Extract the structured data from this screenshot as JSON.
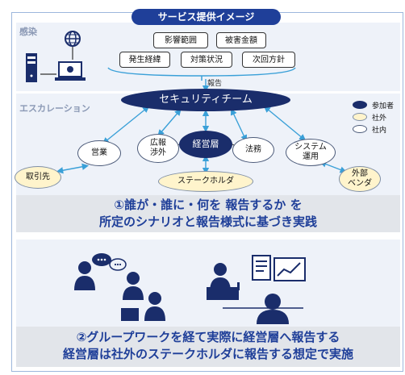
{
  "title": "サービス提供イメージ",
  "bands": {
    "infection": "感染",
    "escalation": "エスカレーション"
  },
  "report_items": [
    "影響範囲",
    "被害金額",
    "発生経緯",
    "対策状況",
    "次回方針"
  ],
  "report_label": "報告",
  "security_team": "セキュリティチーム",
  "center_node": "経営層",
  "internal_nodes": {
    "sales": "営業",
    "pr": "広報\n渉外",
    "legal": "法務",
    "system": "システム\n運用"
  },
  "external_nodes": {
    "client": "取引先",
    "stakeholder": "ステークホルダ",
    "vendor": "外部\nベンダ"
  },
  "legend": {
    "participant": "参加者",
    "external": "社外",
    "internal": "社内"
  },
  "colors": {
    "navy": "#1a2d6b",
    "external_fill": "#fff4cc",
    "arrow": "#3aa0d8"
  },
  "caption1": {
    "line1": "①誰が・誰に・何を 報告するか を",
    "line2": "所定のシナリオと報告様式に基づき実践"
  },
  "caption2": {
    "line1": "②グループワークを経て実際に経営層へ報告する",
    "line2": "経営層は社外のステークホルダに報告する想定で実施"
  },
  "icons": [
    "pc-tower-icon",
    "globe-icon",
    "laptop-virus-icon",
    "meeting-icon",
    "presenter-icon",
    "chart-document-icon"
  ]
}
